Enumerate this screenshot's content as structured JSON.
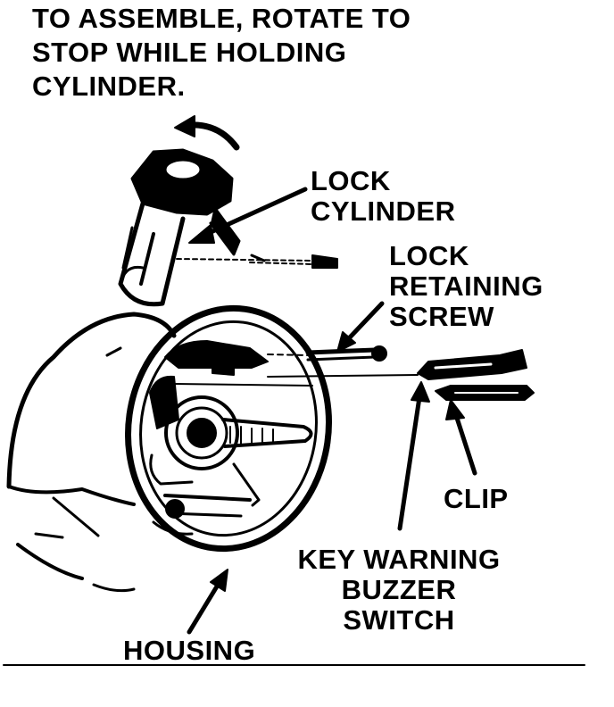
{
  "instruction": {
    "lines": [
      "TO ASSEMBLE, ROTATE TO",
      "STOP WHILE HOLDING",
      "CYLINDER."
    ]
  },
  "labels": {
    "lock_cylinder": [
      "LOCK",
      "CYLINDER"
    ],
    "lock_retaining_screw": [
      "LOCK",
      "RETAINING",
      "SCREW"
    ],
    "clip": "CLIP",
    "key_warning_buzzer_switch": [
      "KEY WARNING",
      "BUZZER",
      "SWITCH"
    ],
    "housing": "HOUSING"
  },
  "colors": {
    "ink": "#000000",
    "paper": "#ffffff"
  }
}
